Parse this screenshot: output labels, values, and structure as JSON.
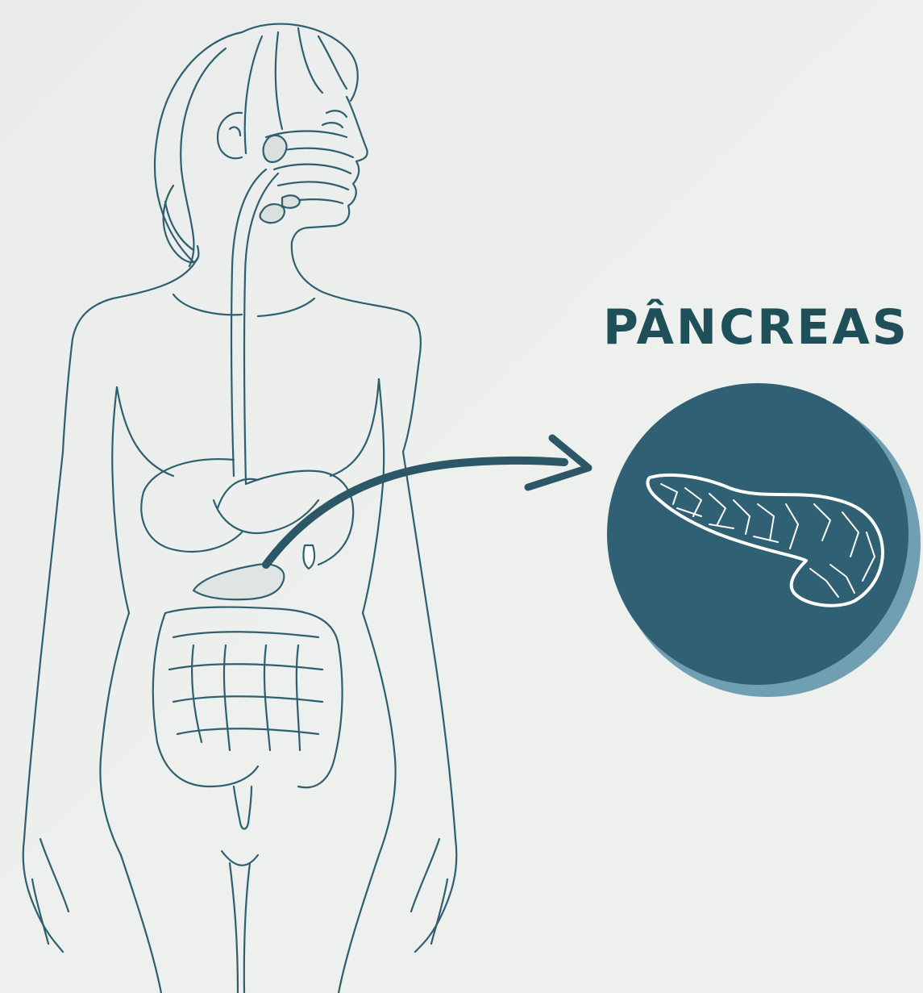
{
  "organ": {
    "title": "PÂNCREAS"
  },
  "colors": {
    "outline": "#2f5f6e",
    "title": "#1f5059",
    "badge": "#2f6073",
    "badge_shadow": "#6f9fb1",
    "arrow": "#2b5766",
    "pancreas_icon": "#ffffff"
  },
  "icons": {
    "body": "human-digestive-system-figure",
    "badge": "pancreas-icon",
    "pointer": "curved-arrow"
  }
}
